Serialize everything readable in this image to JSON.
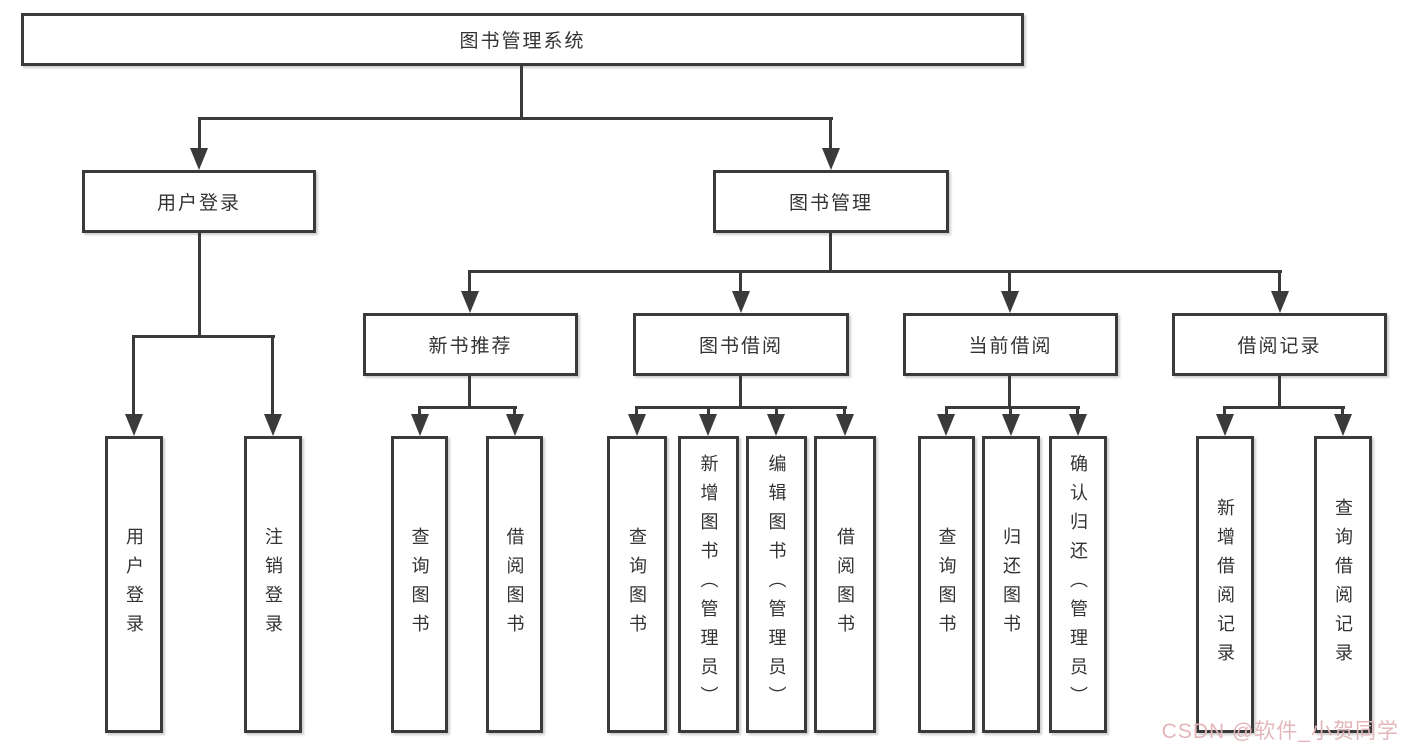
{
  "tree": {
    "root": {
      "label": "图书管理系统"
    },
    "branches": [
      {
        "label": "用户登录",
        "children": [
          {
            "label": "用户登录"
          },
          {
            "label": "注销登录"
          }
        ]
      },
      {
        "label": "图书管理",
        "children": [
          {
            "label": "新书推荐",
            "children": [
              {
                "label": "查询图书"
              },
              {
                "label": "借阅图书"
              }
            ]
          },
          {
            "label": "图书借阅",
            "children": [
              {
                "label": "查询图书"
              },
              {
                "label": "新增图书（管理员）"
              },
              {
                "label": "编辑图书（管理员）"
              },
              {
                "label": "借阅图书"
              }
            ]
          },
          {
            "label": "当前借阅",
            "children": [
              {
                "label": "查询图书"
              },
              {
                "label": "归还图书"
              },
              {
                "label": "确认归还（管理员）"
              }
            ]
          },
          {
            "label": "借阅记录",
            "children": [
              {
                "label": "新增借阅记录"
              },
              {
                "label": "查询借阅记录"
              }
            ]
          }
        ]
      }
    ]
  },
  "watermark": {
    "text": "CSDN @软件_小贺同学",
    "color": "#e3b6ba"
  },
  "colors": {
    "line": "#3a3a3a",
    "text": "#333333",
    "box_background": "#ffffff",
    "page_background": "#ffffff"
  }
}
